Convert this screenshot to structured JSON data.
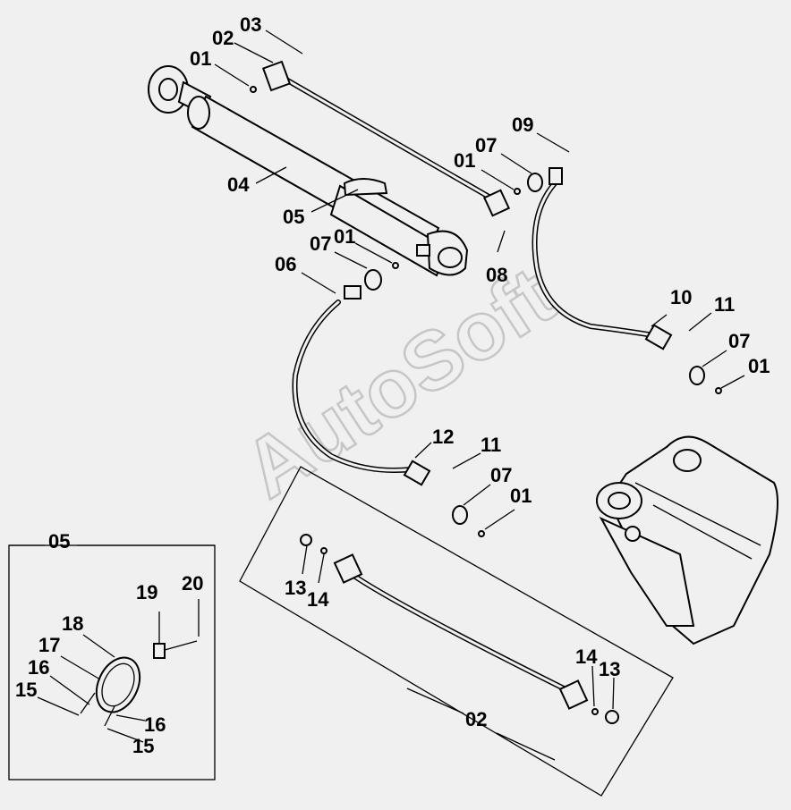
{
  "diagram": {
    "watermark": "AutoSoft",
    "inset_title": "05",
    "callouts": [
      {
        "id": "c-03a",
        "text": "03"
      },
      {
        "id": "c-02a",
        "text": "02"
      },
      {
        "id": "c-01a",
        "text": "01"
      },
      {
        "id": "c-04",
        "text": "04"
      },
      {
        "id": "c-05",
        "text": "05"
      },
      {
        "id": "c-07a",
        "text": "07"
      },
      {
        "id": "c-01b",
        "text": "01"
      },
      {
        "id": "c-06",
        "text": "06"
      },
      {
        "id": "c-08",
        "text": "08"
      },
      {
        "id": "c-09",
        "text": "09"
      },
      {
        "id": "c-07b",
        "text": "07"
      },
      {
        "id": "c-01c",
        "text": "01"
      },
      {
        "id": "c-10",
        "text": "10"
      },
      {
        "id": "c-11a",
        "text": "11"
      },
      {
        "id": "c-07c",
        "text": "07"
      },
      {
        "id": "c-01d",
        "text": "01"
      },
      {
        "id": "c-12",
        "text": "12"
      },
      {
        "id": "c-11b",
        "text": "11"
      },
      {
        "id": "c-07d",
        "text": "07"
      },
      {
        "id": "c-01e",
        "text": "01"
      },
      {
        "id": "c-13a",
        "text": "13"
      },
      {
        "id": "c-14a",
        "text": "14"
      },
      {
        "id": "c-14b",
        "text": "14"
      },
      {
        "id": "c-13b",
        "text": "13"
      },
      {
        "id": "c-02b",
        "text": "02"
      },
      {
        "id": "c-19",
        "text": "19"
      },
      {
        "id": "c-20",
        "text": "20"
      },
      {
        "id": "c-18",
        "text": "18"
      },
      {
        "id": "c-17",
        "text": "17"
      },
      {
        "id": "c-16a",
        "text": "16"
      },
      {
        "id": "c-15a",
        "text": "15"
      },
      {
        "id": "c-16b",
        "text": "16"
      },
      {
        "id": "c-15b",
        "text": "15"
      }
    ]
  }
}
